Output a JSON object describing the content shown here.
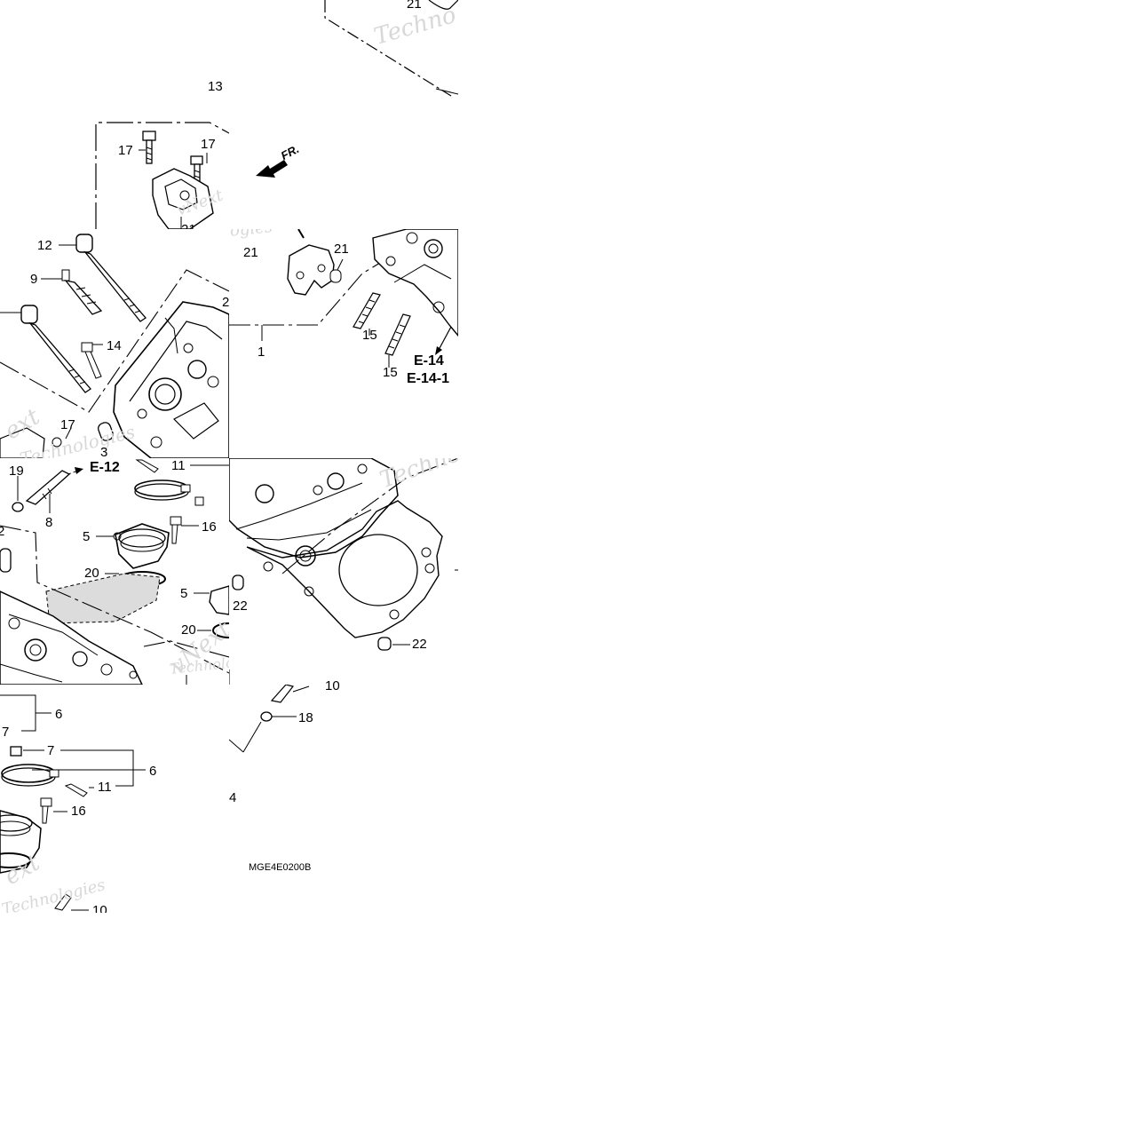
{
  "diagram": {
    "catalog_code": "MGE4E0200B",
    "front_marker": "FR.",
    "watermark_words": [
      "vNext",
      "Technologies",
      "Techno",
      "ogies",
      "ext"
    ],
    "colors": {
      "line": "#000000",
      "background": "#ffffff",
      "watermark": "#d8d8d8"
    },
    "callouts": {
      "c21a": "21",
      "c13": "13",
      "c17a": "17",
      "c17b": "17",
      "c21b": "21",
      "c21c": "21",
      "c12": "12",
      "c9": "9",
      "c14": "14",
      "c1": "1",
      "c15a": "15",
      "c15b": "15",
      "c17c": "17",
      "c3": "3",
      "c11a": "11",
      "c19": "19",
      "c8": "8",
      "c5a": "5",
      "c16a": "16",
      "c20a": "20",
      "c5b": "5",
      "c20b": "20",
      "c22a": "22",
      "c22b": "22",
      "c2": "2",
      "c10a": "10",
      "c18": "18",
      "c6a": "6",
      "c7a": "7",
      "c7b": "7",
      "c6b": "6",
      "c11b": "11",
      "c16b": "16",
      "c4": "4",
      "c10b": "10"
    },
    "references": {
      "e14": "E-14",
      "e14_1": "E-14-1",
      "e12": "E-12"
    }
  }
}
